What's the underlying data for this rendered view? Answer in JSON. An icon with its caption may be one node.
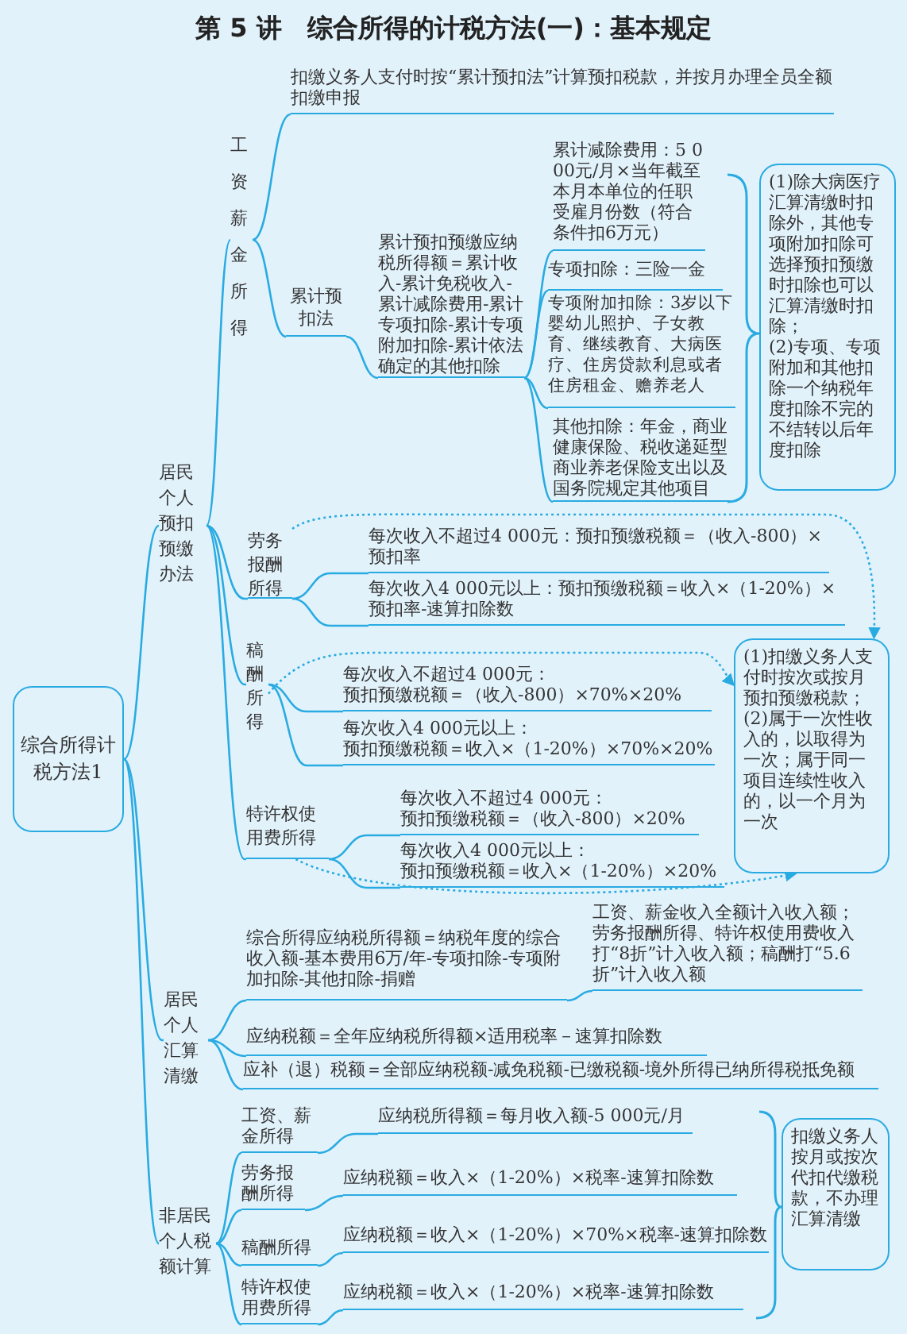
{
  "diagram": {
    "title": "第 5 讲　综合所得的计税方法(一)：基本规定",
    "nodes": [
      {
        "text": [
          "综合所得计税方法1"
        ]
      },
      {
        "text": [
          "居民个人预扣预缴办法"
        ]
      },
      {
        "text": [
          "工资薪金所得"
        ]
      },
      {
        "text": [
          "扣缴义务人支付时按“累计预扣法”计算预扣税款，并按月办理全员全额扣缴申报"
        ]
      },
      {
        "text": [
          "累计预扣法"
        ]
      },
      {
        "text": [
          "累计预扣预缴应纳税所得额＝累计收入-累计免税收入-累计减除费用-累计专项扣除-累计专项附加扣除-累计依法确定的其他扣除"
        ]
      },
      {
        "text": [
          "累计减除费用：5 000元/月×当年截至本月本单位的任职受雇月份数（符合条件扣6万元）"
        ]
      },
      {
        "text": [
          "专项扣除：三险一金"
        ]
      },
      {
        "text": [
          "专项附加扣除：3岁以下婴幼儿照护、子女教育、继续教育、大病医疗、住房贷款利息或者住房租金、赡养老人"
        ]
      },
      {
        "text": [
          "其他扣除：年金，商业健康保险、税收递延型商业养老保险支出以及国务院规定其他项目"
        ]
      },
      {
        "text": [
          "(1)除大病医疗汇算清缴时扣除外，其他专项附加扣除可选择预扣预缴时扣除也可以汇算清缴时扣除；",
          "(2)专项、专项附加和其他扣除一个纳税年度扣除不完的不结转以后年度扣除"
        ]
      },
      {
        "text": [
          "劳务报酬所得"
        ]
      },
      {
        "text": [
          "每次收入不超过4 000元：预扣预缴税额＝（收入-800）×预扣率"
        ]
      },
      {
        "text": [
          "每次收入4 000元以上：预扣预缴税额＝收入×（1-20%）×预扣率-速算扣除数"
        ]
      },
      {
        "text": [
          "稿酬所得"
        ]
      },
      {
        "text": [
          "每次收入不超过4 000元：",
          "预扣预缴税额＝（收入-800）×70%×20%"
        ]
      },
      {
        "text": [
          "每次收入4 000元以上：",
          "预扣预缴税额＝收入×（1-20%）×70%×20%"
        ]
      },
      {
        "text": [
          "(1)扣缴义务人支付时按次或按月预扣预缴税款；",
          "(2)属于一次性收入的，以取得为一次；属于同一项目连续性收入的，以一个月为一次"
        ]
      },
      {
        "text": [
          "特许权使用费所得"
        ]
      },
      {
        "text": [
          "每次收入不超过4 000元：",
          "预扣预缴税额＝（收入-800）×20%"
        ]
      },
      {
        "text": [
          "每次收入4 000元以上：",
          "预扣预缴税额＝收入×（1-20%）×20%"
        ]
      },
      {
        "text": [
          "居民个人汇算清缴"
        ]
      },
      {
        "text": [
          "工资、薪金收入全额计入收入额；劳务报酬所得、特许权使用费收入打“8折”计入收入额；稿酬打“5.6折”计入收入额"
        ]
      },
      {
        "text": [
          "综合所得应纳税所得额＝纳税年度的综合收入额-基本费用6万/年-专项扣除-专项附加扣除-其他扣除-捐赠"
        ]
      },
      {
        "text": [
          "应纳税额＝全年应纳税所得额×适用税率－速算扣除数"
        ]
      },
      {
        "text": [
          "应补（退）税额＝全部应纳税额-减免税额-已缴税额-境外所得已纳所得税抵免额"
        ]
      },
      {
        "text": [
          "非居民个人税额计算"
        ]
      },
      {
        "text": [
          "工资、薪金所得"
        ]
      },
      {
        "text": [
          "应纳税所得额＝每月收入额-5 000元/月"
        ]
      },
      {
        "text": [
          "劳务报酬所得"
        ]
      },
      {
        "text": [
          "应纳税额＝收入×（1-20%）×税率-速算扣除数"
        ]
      },
      {
        "text": [
          "稿酬所得"
        ]
      },
      {
        "text": [
          "应纳税额＝收入×（1-20%）×70%×税率-速算扣除数"
        ]
      },
      {
        "text": [
          "特许权使用费所得"
        ]
      },
      {
        "text": [
          "应纳税额＝收入×（1-20%）×税率-速算扣除数"
        ]
      },
      {
        "text": [
          "扣缴义务人按月或按次代扣代缴税款，不办理汇算清缴"
        ]
      }
    ],
    "edges": [
      {
        "from": 0,
        "to": 1,
        "arrow": "none"
      },
      {
        "from": 0,
        "to": 21,
        "arrow": "none"
      },
      {
        "from": 0,
        "to": 26,
        "arrow": "none"
      },
      {
        "from": 1,
        "to": 2,
        "arrow": "none"
      },
      {
        "from": 1,
        "to": 11,
        "arrow": "none"
      },
      {
        "from": 1,
        "to": 14,
        "arrow": "none"
      },
      {
        "from": 1,
        "to": 18,
        "arrow": "none"
      },
      {
        "from": 2,
        "to": 3,
        "arrow": "none"
      },
      {
        "from": 2,
        "to": 4,
        "arrow": "none"
      },
      {
        "from": 4,
        "to": 5,
        "arrow": "none"
      },
      {
        "from": 5,
        "to": 6,
        "arrow": "none"
      },
      {
        "from": 5,
        "to": 7,
        "arrow": "none"
      },
      {
        "from": 5,
        "to": 8,
        "arrow": "none"
      },
      {
        "from": 5,
        "to": 9,
        "arrow": "none"
      },
      {
        "from": 11,
        "to": 12,
        "arrow": "none"
      },
      {
        "from": 11,
        "to": 13,
        "arrow": "none"
      },
      {
        "from": 11,
        "to": 17,
        "arrow": "to",
        "style": "dashed"
      },
      {
        "from": 14,
        "to": 15,
        "arrow": "none"
      },
      {
        "from": 14,
        "to": 16,
        "arrow": "none"
      },
      {
        "from": 14,
        "to": 17,
        "arrow": "to",
        "style": "dashed"
      },
      {
        "from": 18,
        "to": 19,
        "arrow": "none"
      },
      {
        "from": 18,
        "to": 20,
        "arrow": "none"
      },
      {
        "from": 18,
        "to": 17,
        "arrow": "to",
        "style": "dashed"
      },
      {
        "from": 21,
        "to": 23,
        "arrow": "none"
      },
      {
        "from": 23,
        "to": 22,
        "arrow": "none"
      },
      {
        "from": 21,
        "to": 24,
        "arrow": "none"
      },
      {
        "from": 21,
        "to": 25,
        "arrow": "none"
      },
      {
        "from": 26,
        "to": 27,
        "arrow": "none"
      },
      {
        "from": 26,
        "to": 29,
        "arrow": "none"
      },
      {
        "from": 26,
        "to": 31,
        "arrow": "none"
      },
      {
        "from": 26,
        "to": 33,
        "arrow": "none"
      },
      {
        "from": 27,
        "to": 28,
        "arrow": "none"
      },
      {
        "from": 29,
        "to": 30,
        "arrow": "none"
      },
      {
        "from": 31,
        "to": 32,
        "arrow": "none"
      },
      {
        "from": 33,
        "to": 34,
        "arrow": "none"
      }
    ]
  }
}
